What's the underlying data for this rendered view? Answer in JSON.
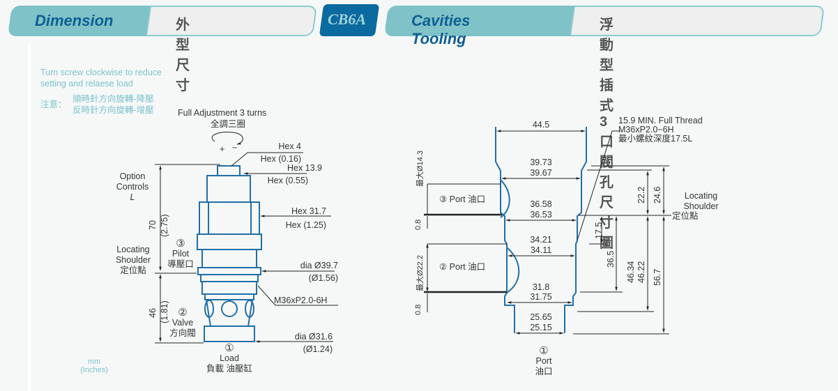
{
  "header": {
    "dimension_title": "Dimension",
    "dimension_subtitle": "外型尺寸",
    "model_badge": "CB6A",
    "cavity_title": "Cavities Tooling",
    "cavity_subtitle": "浮動型插式3口閥孔尺寸圖"
  },
  "colors": {
    "header_teal": "#7fc2c7",
    "badge_blue": "#0b6aa0",
    "title_blue": "#0d5e93",
    "note_teal": "#7cc3ca",
    "outline_blue": "#1f6fa8"
  },
  "left_drawing": {
    "note_en_1": "Turn screw clockwise to reduce",
    "note_en_2": "setting and relaese load",
    "note_zh_label": "注意：",
    "note_zh_1": "順時針方向旋轉-降壓",
    "note_zh_2": "反時針方向旋轉-增壓",
    "adjust_en": "Full Adjustment 3 turns",
    "adjust_zh": "全調三圈",
    "adjust_plus": "+",
    "adjust_minus": "−",
    "hex4": "Hex 4",
    "hex4_in": "Hex (0.16)",
    "hex139": "Hex 13.9",
    "hex139_in": "Hex (0.55)",
    "hex317": "Hex 31.7",
    "hex317_in": "Hex (1.25)",
    "option_1": "Option",
    "option_2": "Controls",
    "option_3": "L",
    "dim_70": "70",
    "dim_70_in": "(2.75)",
    "shoulder_1": "Locating",
    "shoulder_2": "Shoulder",
    "shoulder_zh": "定位點",
    "pilot_num": "③",
    "pilot_en": "Pilot",
    "pilot_zh": "導壓口",
    "dia397": "dia  Ø39.7",
    "dia397_in": "(Ø1.56)",
    "thread": "M36xP2.0-6H",
    "dim_46": "46",
    "dim_46_in": "(1.81)",
    "valve_num": "②",
    "valve_en": "Valve",
    "valve_zh": "方向閥",
    "dia316": "dia  Ø31.6",
    "dia316_in": "(Ø1.24)",
    "load_num": "①",
    "load_en": "Load",
    "load_zh": "負載  油壓缸",
    "units_1": "mm",
    "units_2": "(Inches)"
  },
  "right_drawing": {
    "d445": "44.5",
    "d3973": "39.73",
    "d3967": "39.67",
    "d3658": "36.58",
    "d3653": "36.53",
    "d3421": "34.21",
    "d3411": "34.11",
    "d318": "31.8",
    "d3175": "31.75",
    "d2565": "25.65",
    "d2515": "25.15",
    "thread_1": "15.9 MIN. Full Thread",
    "thread_2": "M36xP2.0−6H",
    "thread_3": "最小螺紋深度17.5L",
    "port3": "③ Port 油口",
    "port2": "② Port 油口",
    "port1_num": "①",
    "port1_en": "Port",
    "port1_zh": "油口",
    "max143": "最大Ø14.3",
    "max222": "最大Ø22.2",
    "d08a": "0.8",
    "d08b": "0.8",
    "d222": "22.2",
    "d246": "24.6",
    "d175": "17.5",
    "d365": "36.5",
    "d4634": "46.34",
    "d4622": "46.22",
    "d567": "56.7",
    "shoulder_1": "Locating",
    "shoulder_2": "Shoulder",
    "shoulder_zh": "定位點"
  }
}
